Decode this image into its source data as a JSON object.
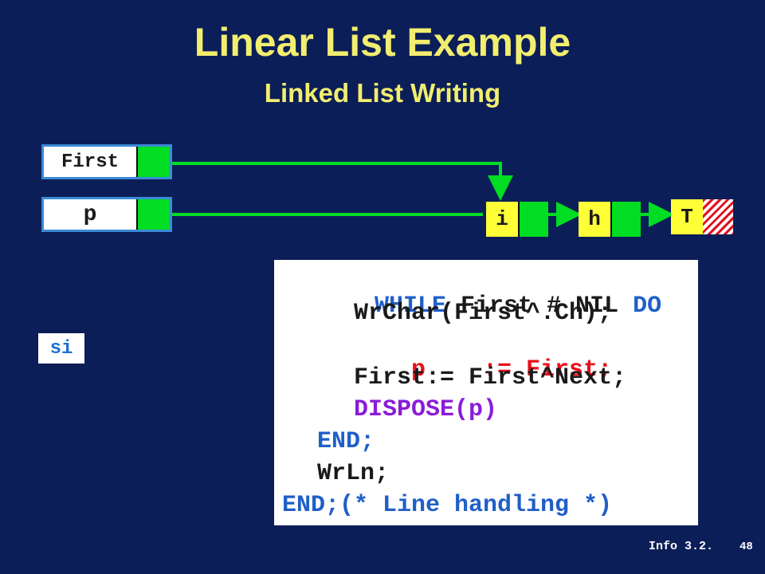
{
  "slide": {
    "title": "Linear List Example",
    "subtitle": "Linked List Writing"
  },
  "variables": {
    "first_label": "First",
    "p_label": "p",
    "si_label": "si"
  },
  "list_nodes": [
    {
      "ch": "i",
      "next": "pointer"
    },
    {
      "ch": "h",
      "next": "pointer"
    },
    {
      "ch": "T",
      "next": "NIL"
    }
  ],
  "code": {
    "line1a": "WHILE",
    "line1b": " First # NIL ",
    "line1c": "DO",
    "line2": "WrChar(First^.Ch);",
    "line3a": "p",
    "line3b": "    := First;",
    "line4": "First:= First^Next;",
    "line5": "DISPOSE(p)",
    "line6": "END;",
    "line7": "WrLn;",
    "line8": "END;(* Line handling *)"
  },
  "footer": {
    "ref": "Info 3.2.",
    "page": "48"
  },
  "colors": {
    "background": "#0c1e58",
    "title": "#f2ee6e",
    "pointer": "#00dd22",
    "node": "#ffff38",
    "keyword": "#1f5fc8",
    "assignment": "#e8101a",
    "dispose": "#8a1cd8"
  }
}
